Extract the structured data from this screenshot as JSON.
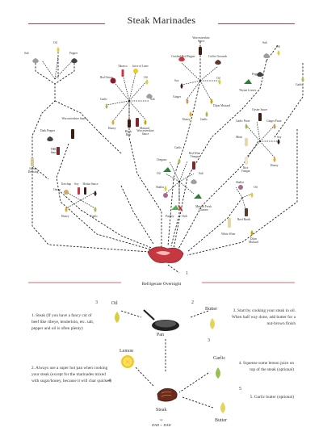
{
  "header": {
    "title": "Steak Marinades",
    "section_label": "Refrigerate Overnight"
  },
  "credit": {
    "by": "by",
    "names": "DAD + DAW"
  },
  "colors": {
    "accent": "#c7373f",
    "oil": "#d8cf3a",
    "garlic": "#9cbf54",
    "lemon": "#f2c91f",
    "sauce": "#3a1d14",
    "wine": "#7a2a2a",
    "herb": "#2e7d32",
    "salt": "#9e9e9e"
  },
  "marinades": {
    "top_left": [
      "Salt",
      "Oil",
      "Pepper"
    ],
    "top_center": [
      "Red Onion",
      "Tabasco",
      "Juice of Lime",
      "Oil",
      "Garlic",
      "Salt",
      "Honey",
      "Mustard",
      "Black Beer",
      "Worcestershire Sauce"
    ],
    "center_left": [
      "Worcestershire Sauce",
      "Dark Pepper",
      "BBQ Sauce",
      "Italian Dressing"
    ],
    "left_lower": [
      "Ketchup",
      "Soy",
      "Hoisin Sauce",
      "Onion",
      "Honey",
      "Garlic"
    ],
    "top_right_center": [
      "Worcestershire Sauce",
      "Crushed Red Pepper",
      "Coffee Grounds",
      "Soy",
      "Oil",
      "Ginger",
      "Dijon Mustard",
      "Honey",
      "Garlic"
    ],
    "top_right": [
      "Salt",
      "Pepper",
      "Oil",
      "Garlic",
      "Thyme Leaves"
    ],
    "right_middle": [
      "Oyster Sauce",
      "Garlic Paste",
      "Ginger Paste",
      "Mirin",
      "Soy",
      "Rice Vinegar",
      "Honey"
    ],
    "center": [
      "Garlic",
      "Oregano",
      "Red Wine Vinegar",
      "Oil",
      "Salt",
      "Shallot",
      "Minced Fresh Cilantro",
      "Parsley",
      "Chili"
    ],
    "right_lower": [
      "Shallot",
      "Oil",
      "Beef Broth",
      "White Wine",
      "Dijon Mustard"
    ]
  },
  "cooking": {
    "nodes": {
      "oil": "Oil",
      "pan": "Pan",
      "butter": "Butter",
      "lemon": "Lemon",
      "steak": "Steak",
      "garlic": "Garlic",
      "butter2": "Butter"
    },
    "numbers": [
      "1",
      "2",
      "3",
      "3",
      "4",
      "5"
    ],
    "steps": {
      "s1": "1. Steak (If you have a fancy cut of beef like ribeye, tenderloin, etc. salt, pepper and oil is often plenty)",
      "s2": "2. Always use a super hot pan when cooking your steak (except for the marinades mixed with sugar/honey, because it will char quicker)",
      "s3": "3. Start by cooking your steak in oil. When half way done, add butter for a nut-brown finish",
      "s4": "4. Squeeze some lemon juice on top of the steak (optional)",
      "s5": "5. Garlic butter (optional)"
    }
  }
}
